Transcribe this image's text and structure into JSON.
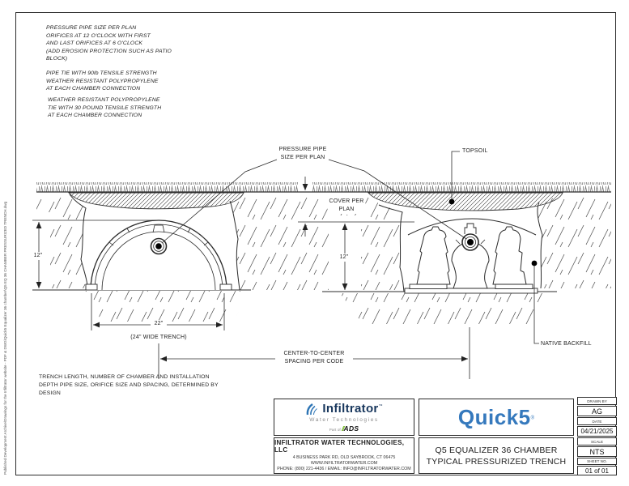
{
  "meta": {
    "side_text": "Published Development Archive\\Drawings for the Infiltrator website - PDF & DWG\\Quick5 Equalizer 36 chamber\\Q5 EQ 36 CHAMBER PRESSURIZED TRENCH.dwg"
  },
  "colors": {
    "line": "#2b2b2b",
    "brand_navy": "#17365c",
    "brand_blue": "#3579bd",
    "ads_green": "#76b82a"
  },
  "notes": {
    "note1": "PRESSURE PIPE SIZE PER PLAN\nORIFICES AT 12 O'CLOCK WITH FIRST\nAND LAST ORIFICES AT 6 O'CLOCK\n(ADD EROSION PROTECTION SUCH AS PATIO\nBLOCK)",
    "note2": "PIPE TIE WITH 90lb TENSILE STRENGTH\nWEATHER RESISTANT POLYPROPYLENE\nAT EACH CHAMBER CONNECTION",
    "note3": "WEATHER RESISTANT POLYPROPYLENE\nTIE WITH 30 POUND TENSILE STRENGTH\nAT EACH CHAMBER CONNECTION",
    "note4": "TRENCH LENGTH, NUMBER OF CHAMBER AND INSTALLATION\nDEPTH PIPE SIZE, ORIFICE SIZE AND SPACING, DETERMINED BY\nDESIGN"
  },
  "labels": {
    "pressure_pipe": "PRESSURE PIPE\nSIZE PER PLAN",
    "topsoil": "TOPSOIL",
    "cover": "COVER PER\nPLAN",
    "dim12_left": "12\"",
    "dim12_right": "12\"",
    "dim22": "22\"",
    "trench24": "(24\" WIDE TRENCH)",
    "center_to_center": "CENTER-TO-CENTER\nSPACING PER CODE",
    "native_backfill": "NATIVE BACKFILL"
  },
  "titleblock": {
    "logo": {
      "name": "Infiltrator",
      "trademark": "™",
      "subtitle": "Water Technologies",
      "part_of": "Part of",
      "ads_slashes": "//",
      "ads": "ADS"
    },
    "product": "Quick5",
    "product_mark": "®",
    "company": "INFILTRATOR WATER TECHNOLOGIES, LLC",
    "address": "4 BUSINESS PARK RD, OLD SAYBROOK, CT 06475",
    "website": "WWW.INFILTRATORWATER.COM",
    "phone": "PHONE: (800) 221-4436 / EMAIL: INFO@INFILTRATORWATER.COM",
    "drawing_title": "Q5 EQUALIZER 36 CHAMBER\nTYPICAL PRESSURIZED TRENCH",
    "drawn_by_label": "DRAWN BY",
    "drawn_by": "AG",
    "date_label": "DATE",
    "date": "04/21/2025",
    "scale_label": "SCALE",
    "scale": "NTS",
    "sheet_label": "SHEET NO.",
    "sheet": "01 of 01"
  }
}
